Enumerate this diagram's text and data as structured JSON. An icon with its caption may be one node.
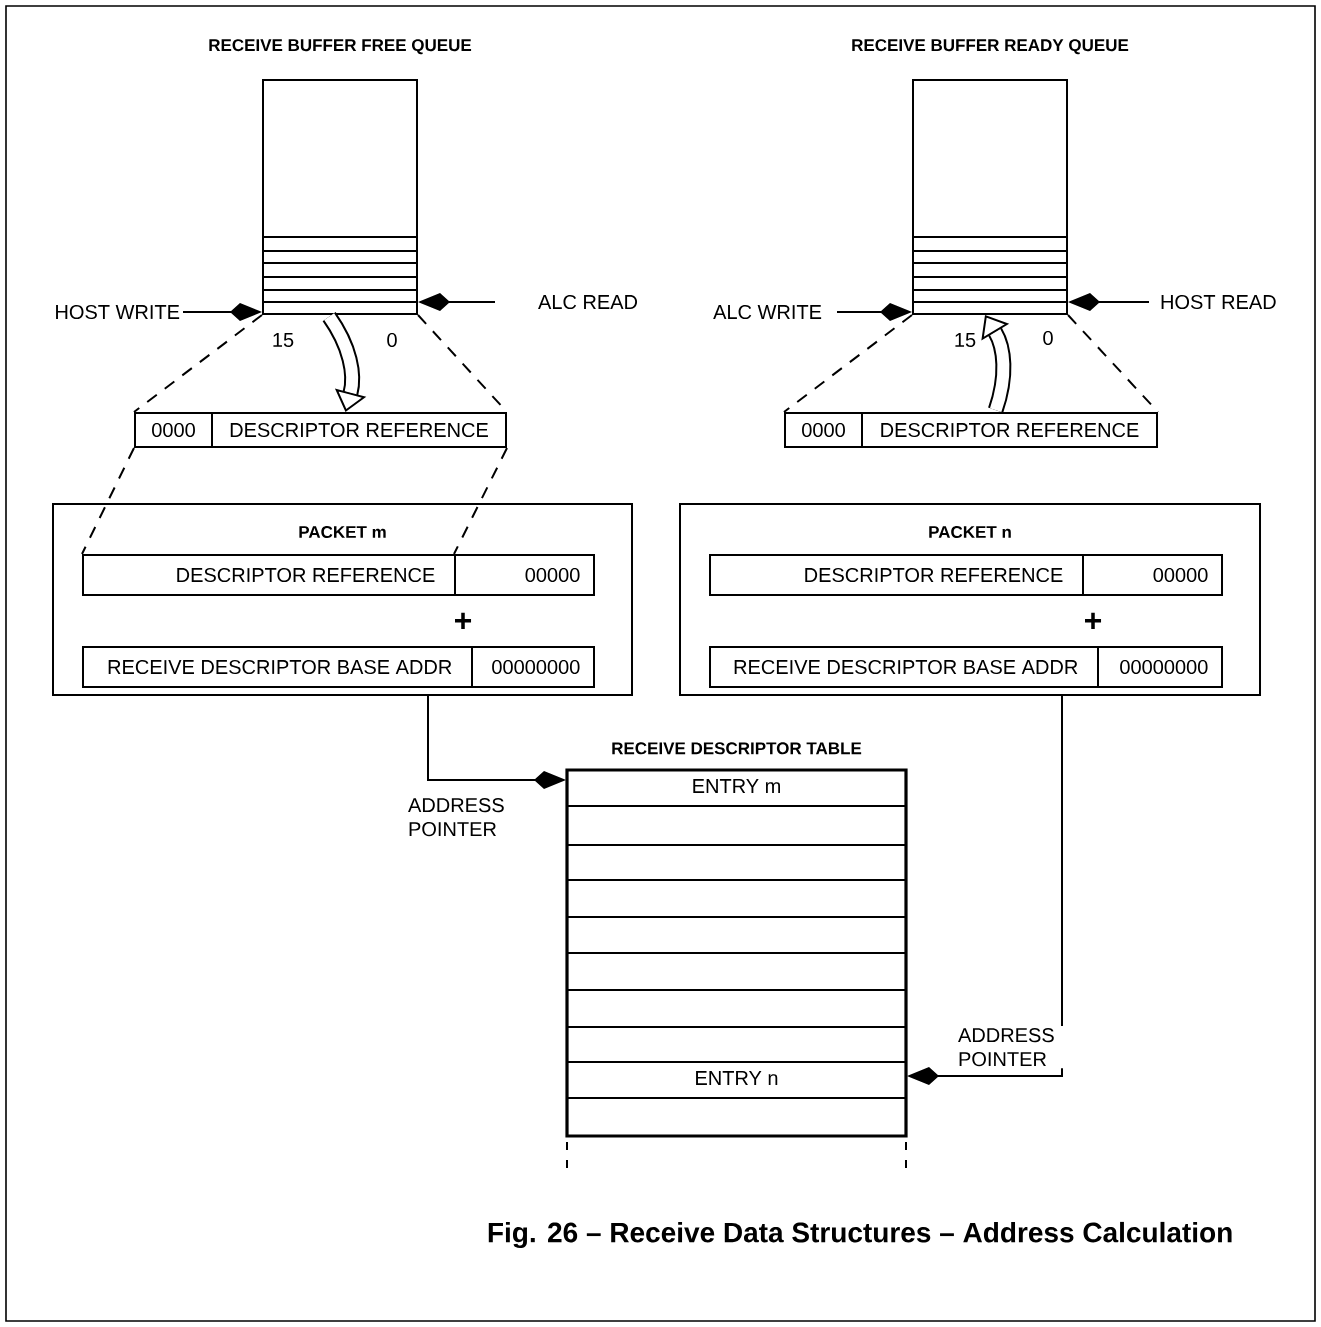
{
  "diagram": {
    "caption": "Fig. 26 – Receive Data Structures – Address Calculation",
    "nodes": [
      {
        "text": [
          "RECEIVE BUFFER FREE QUEUE"
        ]
      },
      {
        "text": [
          "HOST WRITE"
        ]
      },
      {
        "text": [
          "ALC READ"
        ]
      },
      {
        "text": [
          "0000",
          "DESCRIPTOR REFERENCE"
        ]
      },
      {
        "text": [
          "PACKET m"
        ]
      },
      {
        "text": [
          "DESCRIPTOR REFERENCE",
          "00000"
        ],
        "in": 4
      },
      {
        "text": [
          "RECEIVE DESCRIPTOR BASE ADDR",
          "00000000"
        ],
        "in": 4
      },
      {
        "text": [
          "RECEIVE BUFFER READY QUEUE"
        ]
      },
      {
        "text": [
          "ALC WRITE"
        ]
      },
      {
        "text": [
          "HOST READ"
        ]
      },
      {
        "text": [
          "0000",
          "DESCRIPTOR REFERENCE"
        ]
      },
      {
        "text": [
          "PACKET n"
        ]
      },
      {
        "text": [
          "DESCRIPTOR REFERENCE",
          "00000"
        ],
        "in": 11
      },
      {
        "text": [
          "RECEIVE DESCRIPTOR BASE ADDR",
          "00000000"
        ],
        "in": 11
      },
      {
        "text": [
          "RECEIVE DESCRIPTOR TABLE"
        ]
      },
      {
        "text": [
          "ENTRY m"
        ],
        "in": 14
      },
      {
        "text": [
          "ENTRY n"
        ],
        "in": 14
      }
    ],
    "edges": [
      {
        "from": 1,
        "to": 0,
        "arrow": "to"
      },
      {
        "from": 2,
        "to": 0,
        "arrow": "to"
      },
      {
        "from": 0,
        "to": 3,
        "arrow": "none",
        "style": "dashed"
      },
      {
        "from": 0,
        "to": 3,
        "arrow": "none",
        "style": "dashed"
      },
      {
        "from": 0,
        "to": 3,
        "arrow": "to",
        "style": "thick"
      },
      {
        "from": 3,
        "to": 5,
        "arrow": "none",
        "style": "dashed"
      },
      {
        "from": 3,
        "to": 5,
        "arrow": "none",
        "style": "dashed"
      },
      {
        "from": 4,
        "to": 15,
        "arrow": "to",
        "label": "ADDRESS POINTER"
      },
      {
        "from": 8,
        "to": 7,
        "arrow": "to"
      },
      {
        "from": 9,
        "to": 7,
        "arrow": "to"
      },
      {
        "from": 7,
        "to": 10,
        "arrow": "none",
        "style": "dashed"
      },
      {
        "from": 7,
        "to": 10,
        "arrow": "none",
        "style": "dashed"
      },
      {
        "from": 10,
        "to": 7,
        "arrow": "to",
        "style": "thick"
      },
      {
        "from": 11,
        "to": 16,
        "arrow": "to",
        "label": "ADDRESS POINTER"
      }
    ],
    "labels": [
      "15",
      "0",
      "+",
      "15",
      "0",
      "+"
    ]
  }
}
